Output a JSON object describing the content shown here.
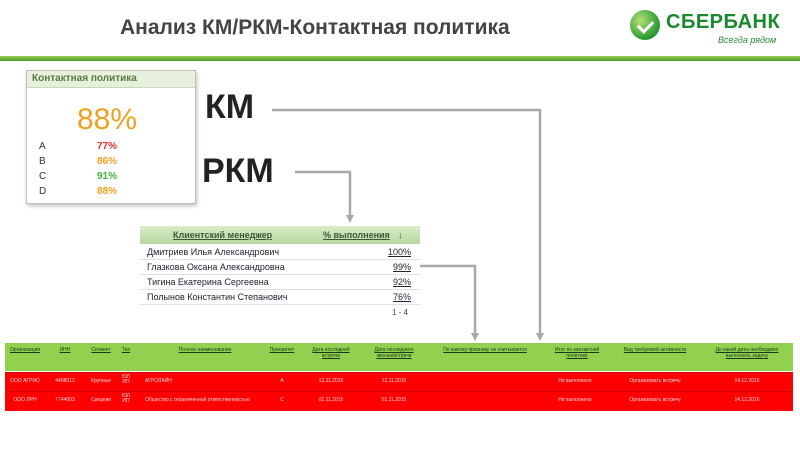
{
  "page": {
    "title": "Анализ КМ/РКМ-Контактная политика"
  },
  "logo": {
    "name": "СБЕРБАНК",
    "slogan": "Всегда рядом",
    "brand_color": "#1a8a2e",
    "icon": "sberbank-logo-icon"
  },
  "kpi": {
    "title": "Контактная политика",
    "total": "88%",
    "rows": [
      {
        "letter": "A",
        "value": "77%",
        "color": "#e03030"
      },
      {
        "letter": "B",
        "value": "86%",
        "color": "#f0a020"
      },
      {
        "letter": "C",
        "value": "91%",
        "color": "#40b040"
      },
      {
        "letter": "D",
        "value": "88%",
        "color": "#f0a020"
      }
    ]
  },
  "labels": {
    "km": "КМ",
    "rkm": "РКМ"
  },
  "managers": {
    "headers": {
      "name": "Клиентский менеджер",
      "pct": "% выполнения"
    },
    "rows": [
      {
        "name": "Дмитриев Илья Александрович",
        "pct": "100%"
      },
      {
        "name": "Глазкова Оксана Александровна",
        "pct": "99%"
      },
      {
        "name": "Тигина Екатерина Сергеевна",
        "pct": "92%"
      },
      {
        "name": "Полынов Константин Степанович",
        "pct": "76%"
      }
    ],
    "pager": "1 - 4"
  },
  "clients": {
    "headers": [
      "Организация",
      "ИНН",
      "Сегмент",
      "Тип",
      "Полное наименование",
      "Приоритет",
      "Дата последней встречи",
      "Дата последнего звонка/встречи",
      "По какому признаку не считывается",
      "Итог по контактной политике",
      "Вид требуемой активности",
      "До какой даты необходимо выполнить задачу"
    ],
    "rows": [
      [
        "ООО АГРИО",
        "4498012",
        "Крупные",
        "ЮЛ ИП",
        "АГРОЛАЙН",
        "A",
        "12.11.2015",
        "12.11.2015",
        "",
        "Не выполнено",
        "Организовать встречу",
        "14.12.2016"
      ],
      [
        "ООО ЛРН",
        "7744003",
        "Средние",
        "ЮЛ ИП",
        "Общество с ограниченной ответственностью",
        "C",
        "01.11.2015",
        "01.11.2015",
        "",
        "Не выполнено",
        "Организовать встречу",
        "14.12.2016"
      ]
    ]
  }
}
